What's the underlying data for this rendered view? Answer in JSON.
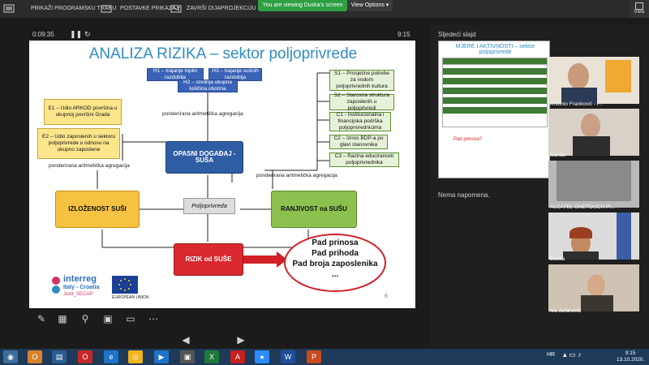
{
  "topbar": {
    "prikazi_label": "PRIKAŽI PROGRAMSKU TRAKU",
    "postavke_label": "POSTAVKE PRIKAZA ▾",
    "zavrsi_label": "ZAVRŠI DIJAPROJEKCIJU",
    "viewing_banner": "You are viewing Duska's screen",
    "view_options": "View Options ▾",
    "view": "View"
  },
  "player": {
    "elapsed": "0:09:35",
    "clock": "9:15"
  },
  "slide": {
    "title": "ANALIZA RIZIKA – sektor poljoprivrede",
    "h1": "H1 – trajanje toplin razdoblja",
    "h3": "H3 – trajanje sušnih razdoblja",
    "h2": "H2 – srednja ukupna količina oborina",
    "ponder_top": "ponderirana aritmetička agregacija",
    "e1": "E1 – Udio ARKOD površina u ukupnoj površini Grada",
    "e2": "E2 – Udio zaposlenih u sektoru poljoprivrede u odnosu na ukupno zaposlene",
    "ponder_left": "ponderirana aritmetička agregacija",
    "opasni": "OPASNI DOGAĐAJ - SUŠA",
    "s1": "S1 – Prosječne potrebe za vodom poljoprivrednih kultura",
    "s2": "S2 – Starosna struktura zaposlenih u poljoprivredi",
    "c1": "C1 - Institucionalna i financijska podrška poljoprivrednicima",
    "c2": "C2 – Iznos BDP-a po glavi stanovnika",
    "c3": "C3 – Razina educiranosti poljoprivrednika",
    "ponder_right": "ponderirana aritmetička agregacija",
    "izlozenost": "IZLOŽENOST SUŠI",
    "poljoprivreda": "Poljoprivreda",
    "ranjivost": "RANJIVOST na SUŠU",
    "rizik": "RIZIK od SUŠE",
    "outcome_1": "Pad prinosa",
    "outcome_2": "Pad prihoda",
    "outcome_3": "Pad broja zaposlenika",
    "outcome_4": "...",
    "logo_word": "interreg",
    "logo_sub": "Italy - Croatia",
    "logo_sub2": "Joint_SECAP",
    "eu_label": "EUROPEAN UNION",
    "page_num": "6"
  },
  "right_panel": {
    "next_slide_label": "Sljedeći slajd",
    "next_title": "MJERE I AKTIVNOSTI – sektor poljoprivrede",
    "next_footer": "Pad prinosa?",
    "notes": "Nema napomena."
  },
  "participants": [
    {
      "name": "Antonio Franković - I..."
    },
    {
      "name": "Sanda"
    },
    {
      "name": "ALCATEL ONETOUCH Pi..."
    },
    {
      "name": "Duska"
    },
    {
      "name": "Iva Juranović"
    }
  ],
  "taskbar": {
    "lang": "HR",
    "time": "9:15",
    "date": "13.10.2020."
  },
  "colors": {
    "title_blue": "#2e8dc4",
    "zoom_green": "#2ea043",
    "risk_red": "#d9282f"
  }
}
